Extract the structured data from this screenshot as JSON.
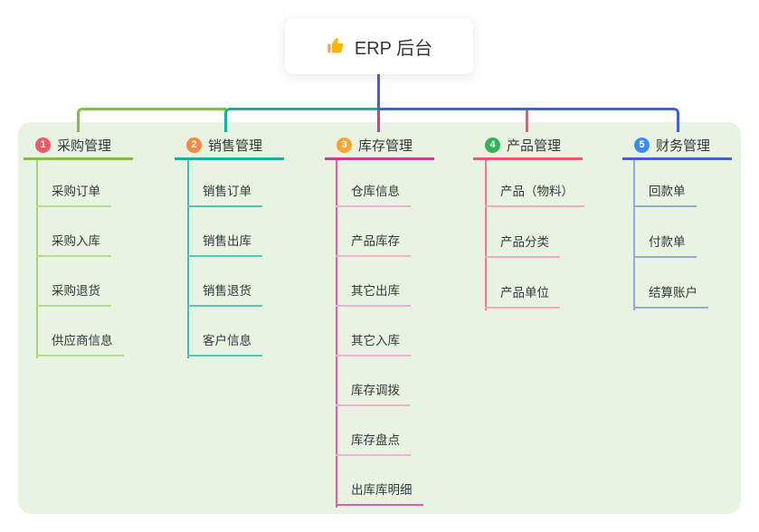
{
  "root": {
    "title": "ERP 后台",
    "icon": "thumbs-up",
    "icon_color": "#f7b500"
  },
  "panel": {
    "bg": "#e8f4e1"
  },
  "branches": [
    {
      "index": "1",
      "label": "采购管理",
      "badge_color": "#ee5867",
      "line_color": "#7fc13f",
      "vert_color": "#a6d37e",
      "child_line_color": "#b4da93",
      "last_child_line_color": "#b4da93",
      "children": [
        "采购订单",
        "采购入库",
        "采购退货",
        "供应商信息"
      ]
    },
    {
      "index": "2",
      "label": "销售管理",
      "badge_color": "#f6883f",
      "line_color": "#12b2a3",
      "vert_color": "#3cc0b1",
      "child_line_color": "#52c8ba",
      "last_child_line_color": "#52c8ba",
      "children": [
        "销售订单",
        "销售出库",
        "销售退货",
        "客户信息"
      ]
    },
    {
      "index": "3",
      "label": "库存管理",
      "badge_color": "#f8a42f",
      "line_color": "#cf3a95",
      "vert_color": "#ea58a8",
      "child_line_color": "#f0b0d2",
      "last_child_line_color": "#ea58a8",
      "children": [
        "仓库信息",
        "产品库存",
        "其它出库",
        "其它入库",
        "库存调拨",
        "库存盘点",
        "出库库明细"
      ]
    },
    {
      "index": "4",
      "label": "产品管理",
      "badge_color": "#2eb457",
      "line_color": "#f3566c",
      "vert_color": "#f4788c",
      "child_line_color": "#f7a8b5",
      "last_child_line_color": "#f7a8b5",
      "children": [
        "产品（物料）",
        "产品分类",
        "产品单位"
      ]
    },
    {
      "index": "5",
      "label": "财务管理",
      "badge_color": "#3c8cf0",
      "line_color": "#4160d4",
      "vert_color": "#93a8dc",
      "child_line_color": "#93a8dc",
      "last_child_line_color": "#93a8dc",
      "children": [
        "回款单",
        "付款单",
        "结算账户"
      ]
    }
  ]
}
